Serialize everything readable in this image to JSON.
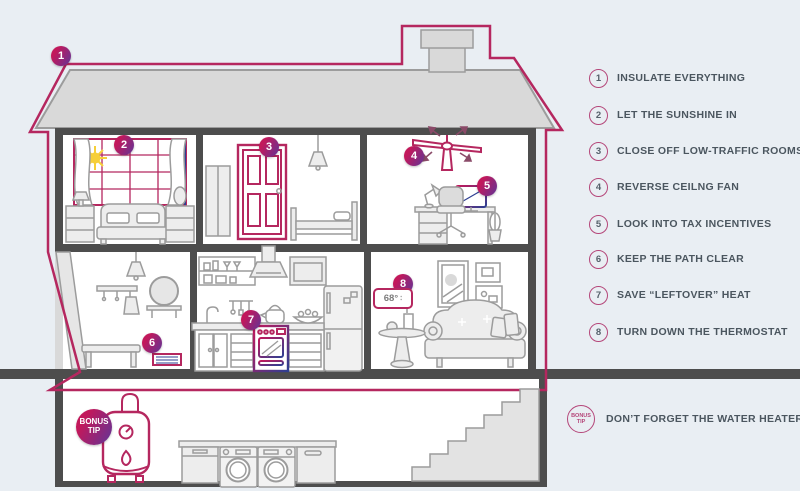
{
  "palette": {
    "background": "#e9eef3",
    "wall_dark": "#4d4d4d",
    "accent_pink": "#b5275f",
    "accent_blue": "#2e3f92",
    "badge_gradient_start": "#c2185b",
    "badge_gradient_end": "#6d3190",
    "sun_yellow": "#f6cf39",
    "list_text": "#4b565f"
  },
  "tips": [
    {
      "num": "1",
      "label": "INSULATE EVERYTHING"
    },
    {
      "num": "2",
      "label": "LET THE SUNSHINE IN"
    },
    {
      "num": "3",
      "label": "CLOSE OFF LOW-TRAFFIC ROOMS"
    },
    {
      "num": "4",
      "label": "REVERSE CEILNG FAN"
    },
    {
      "num": "5",
      "label": "LOOK INTO TAX INCENTIVES"
    },
    {
      "num": "6",
      "label": "KEEP THE PATH CLEAR"
    },
    {
      "num": "7",
      "label": "SAVE “LEFTOVER” HEAT"
    },
    {
      "num": "8",
      "label": "TURN DOWN THE THERMOSTAT"
    }
  ],
  "bonus": {
    "badge": "BONUS TIP",
    "label": "DON’T FORGET THE WATER HEATER"
  },
  "thermostat": {
    "value": "68°"
  }
}
